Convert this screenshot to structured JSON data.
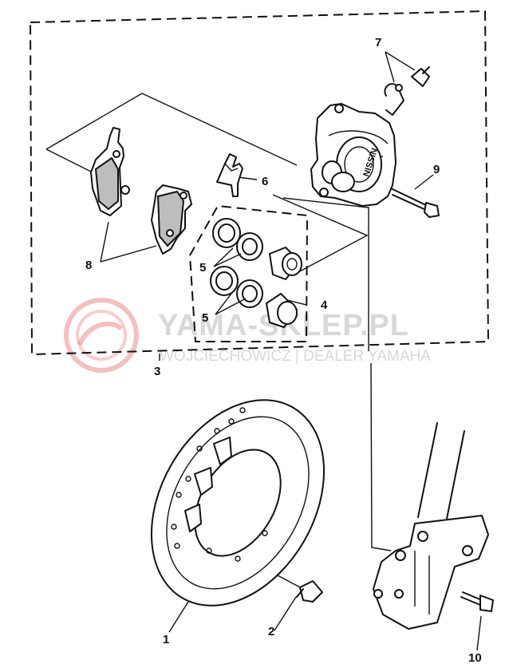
{
  "callouts": {
    "c1": "1",
    "c2": "2",
    "c3": "3",
    "c4": "4",
    "c5a": "5",
    "c5b": "5",
    "c6": "6",
    "c7": "7",
    "c8": "8",
    "c9": "9",
    "c10": "10"
  },
  "watermark": {
    "brand": "YAMA-SKLEP.PL",
    "dealer": "WOJCIECHOWICZ | DEALER YAMAHA",
    "accent_color": "#e57373"
  },
  "caliper_marking": "NISSIN"
}
